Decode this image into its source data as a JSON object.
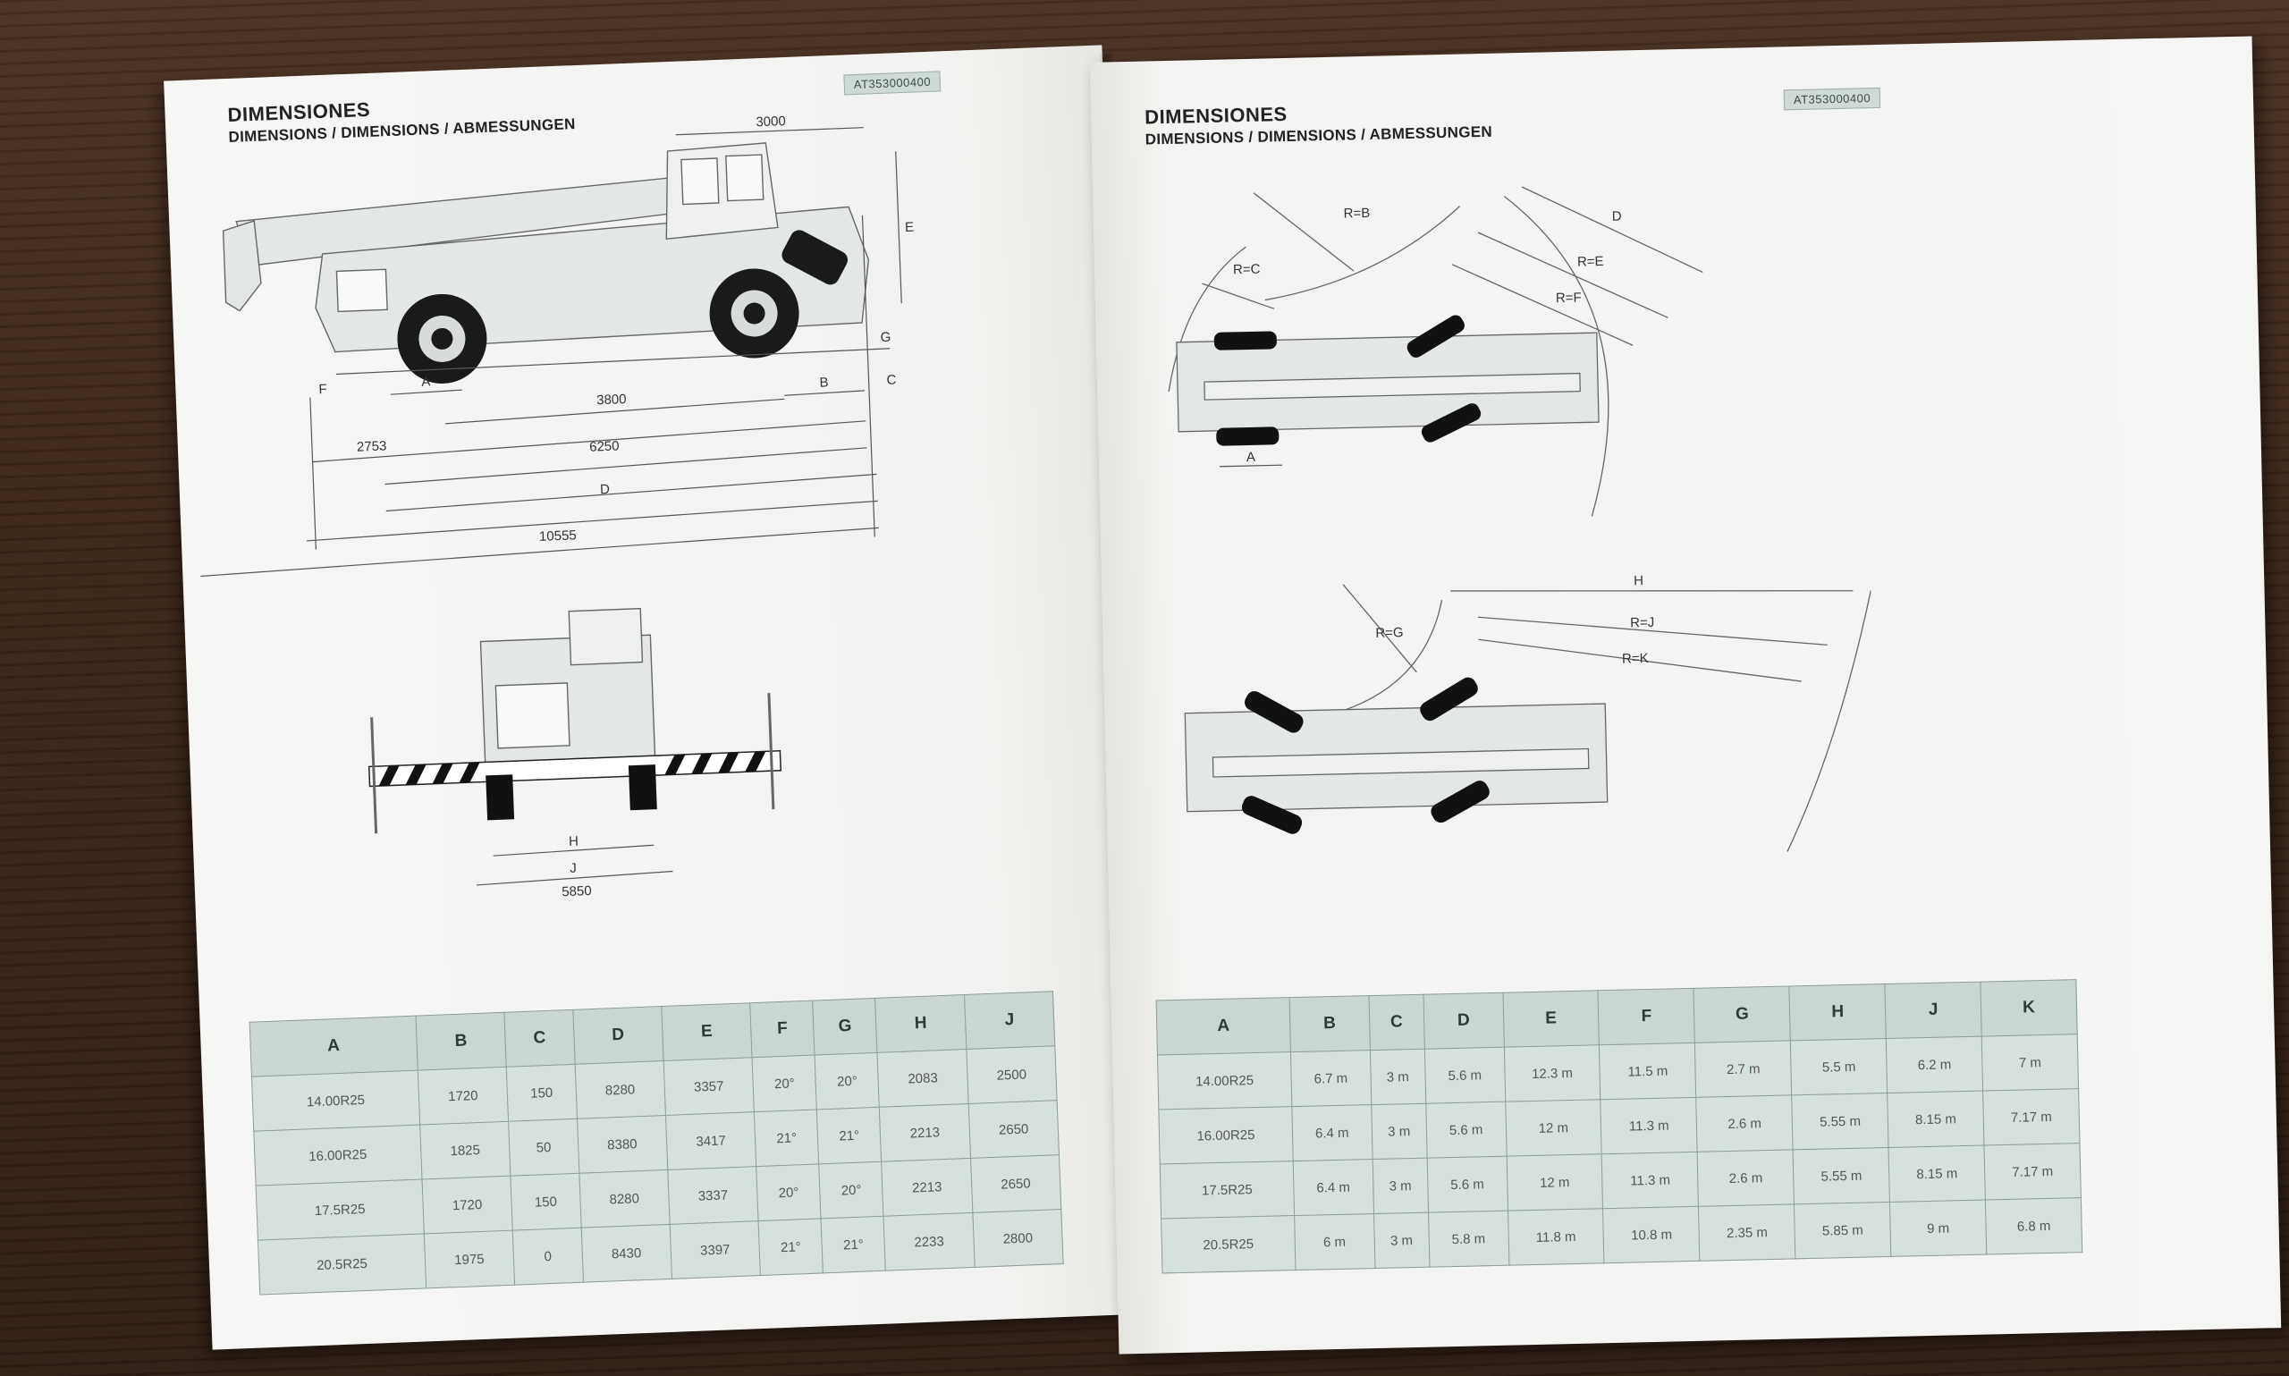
{
  "left_page": {
    "code": "AT353000400",
    "title": "DIMENSIONES",
    "subtitle": "DIMENSIONS / DIMENSIONS / ABMESSUNGEN",
    "side_dims": {
      "cab_width": "3000",
      "e": "E",
      "f": "F",
      "g": "G",
      "a": "A",
      "wheelbase": "3800",
      "b": "B",
      "c": "C",
      "front_overhang": "2753",
      "total_track": "6250",
      "d": "D",
      "overall_length": "10555"
    },
    "front_dims": {
      "h": "H",
      "j": "J",
      "outrigger_span": "5850"
    },
    "table": {
      "headers": [
        "A",
        "B",
        "C",
        "D",
        "E",
        "F",
        "G",
        "H",
        "J"
      ],
      "rows": [
        [
          "14.00R25",
          "1720",
          "150",
          "8280",
          "3357",
          "20°",
          "20°",
          "2083",
          "2500"
        ],
        [
          "16.00R25",
          "1825",
          "50",
          "8380",
          "3417",
          "21°",
          "21°",
          "2213",
          "2650"
        ],
        [
          "17.5R25",
          "1720",
          "150",
          "8280",
          "3337",
          "20°",
          "20°",
          "2213",
          "2650"
        ],
        [
          "20.5R25",
          "1975",
          "0",
          "8430",
          "3397",
          "21°",
          "21°",
          "2233",
          "2800"
        ]
      ]
    }
  },
  "right_page": {
    "code": "AT353000400",
    "title": "DIMENSIONES",
    "subtitle": "DIMENSIONS / DIMENSIONS / ABMESSUNGEN",
    "top_dims": {
      "rb": "R=B",
      "rc": "R=C",
      "d": "D",
      "re": "R=E",
      "rf": "R=F",
      "a": "A"
    },
    "bottom_dims": {
      "rg": "R=G",
      "h": "H",
      "rj": "R=J",
      "rk": "R=K"
    },
    "table": {
      "headers": [
        "A",
        "B",
        "C",
        "D",
        "E",
        "F",
        "G",
        "H",
        "J",
        "K"
      ],
      "rows": [
        [
          "14.00R25",
          "6.7 m",
          "3 m",
          "5.6 m",
          "12.3 m",
          "11.5 m",
          "2.7 m",
          "5.5 m",
          "6.2 m",
          "7 m"
        ],
        [
          "16.00R25",
          "6.4 m",
          "3 m",
          "5.6 m",
          "12 m",
          "11.3 m",
          "2.6 m",
          "5.55 m",
          "8.15 m",
          "7.17 m"
        ],
        [
          "17.5R25",
          "6.4 m",
          "3 m",
          "5.6 m",
          "12 m",
          "11.3 m",
          "2.6 m",
          "5.55 m",
          "8.15 m",
          "7.17 m"
        ],
        [
          "20.5R25",
          "6 m",
          "3 m",
          "5.8 m",
          "11.8 m",
          "10.8 m",
          "2.35 m",
          "5.85 m",
          "9 m",
          "6.8 m"
        ]
      ]
    }
  }
}
